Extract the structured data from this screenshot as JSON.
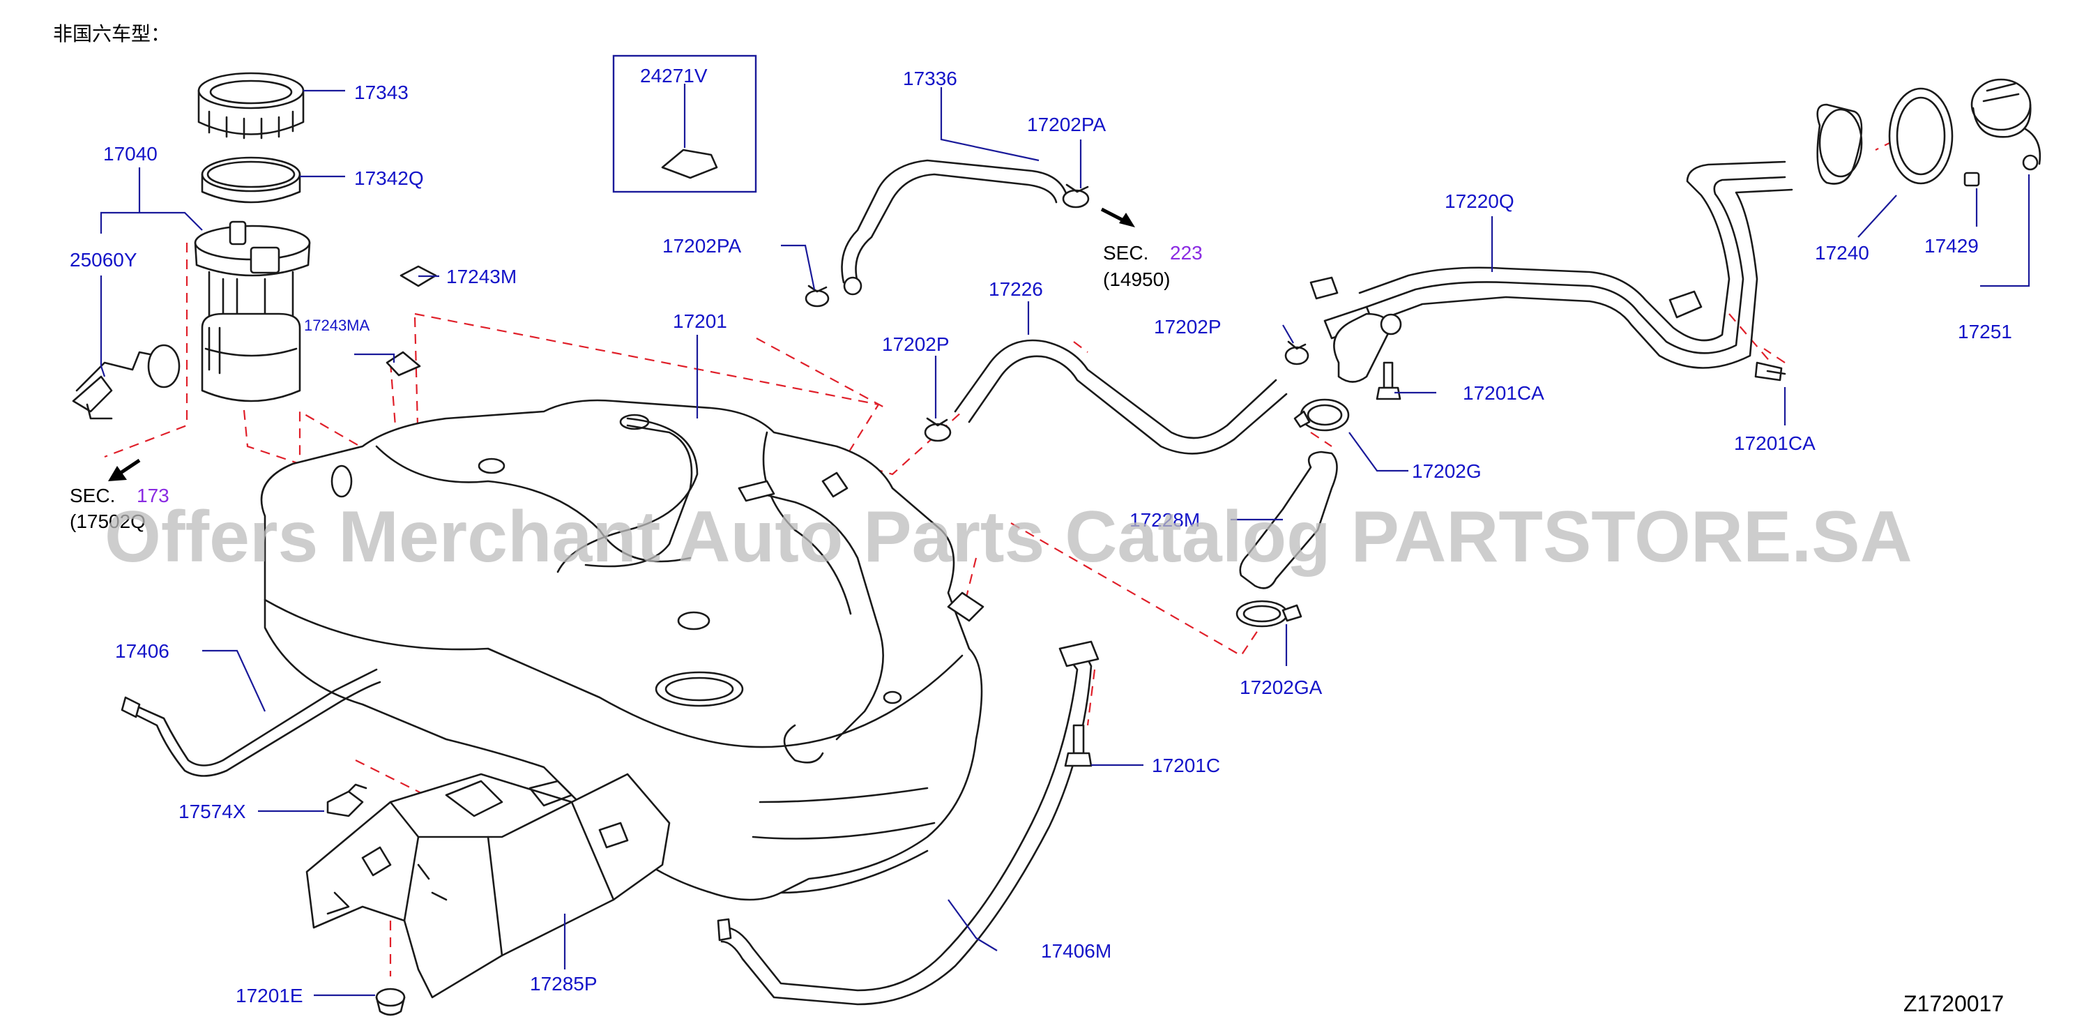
{
  "header_note": "非国六车型：",
  "diagram_id": "Z1720017",
  "watermark": "Offers Merchant Auto Parts Catalog PARTSTORE.SA",
  "colors": {
    "label": "#1414c8",
    "sec_number": "#8a2be2",
    "dash": "#e0202a",
    "line": "#1a1a1a",
    "watermark": "#bdbdbd"
  },
  "labels": {
    "p17343": "17343",
    "p17342q": "17342Q",
    "p17040": "17040",
    "p25060y": "25060Y",
    "p24271v": "24271V",
    "p17243m": "17243M",
    "p17243ma": "17243MA",
    "p17336": "17336",
    "p17202pa_top": "17202PA",
    "p17202pa_left": "17202PA",
    "p17226": "17226",
    "p17202p_left": "17202P",
    "p17202p_right": "17202P",
    "p17201": "17201",
    "p17220q": "17220Q",
    "p17240": "17240",
    "p17429": "17429",
    "p17251": "17251",
    "p17201ca_left": "17201CA",
    "p17201ca_right": "17201CA",
    "p17202g": "17202G",
    "p17228m": "17228M",
    "p17202ga": "17202GA",
    "p17406": "17406",
    "p17201c": "17201C",
    "p17574x": "17574X",
    "p17285p": "17285P",
    "p17406m": "17406M",
    "p17201e": "17201E"
  },
  "sections": {
    "left": {
      "prefix": "SEC.",
      "number": "173",
      "ref": "(17502Q"
    },
    "right": {
      "prefix": "SEC.",
      "number": "223",
      "ref": "(14950)"
    }
  }
}
